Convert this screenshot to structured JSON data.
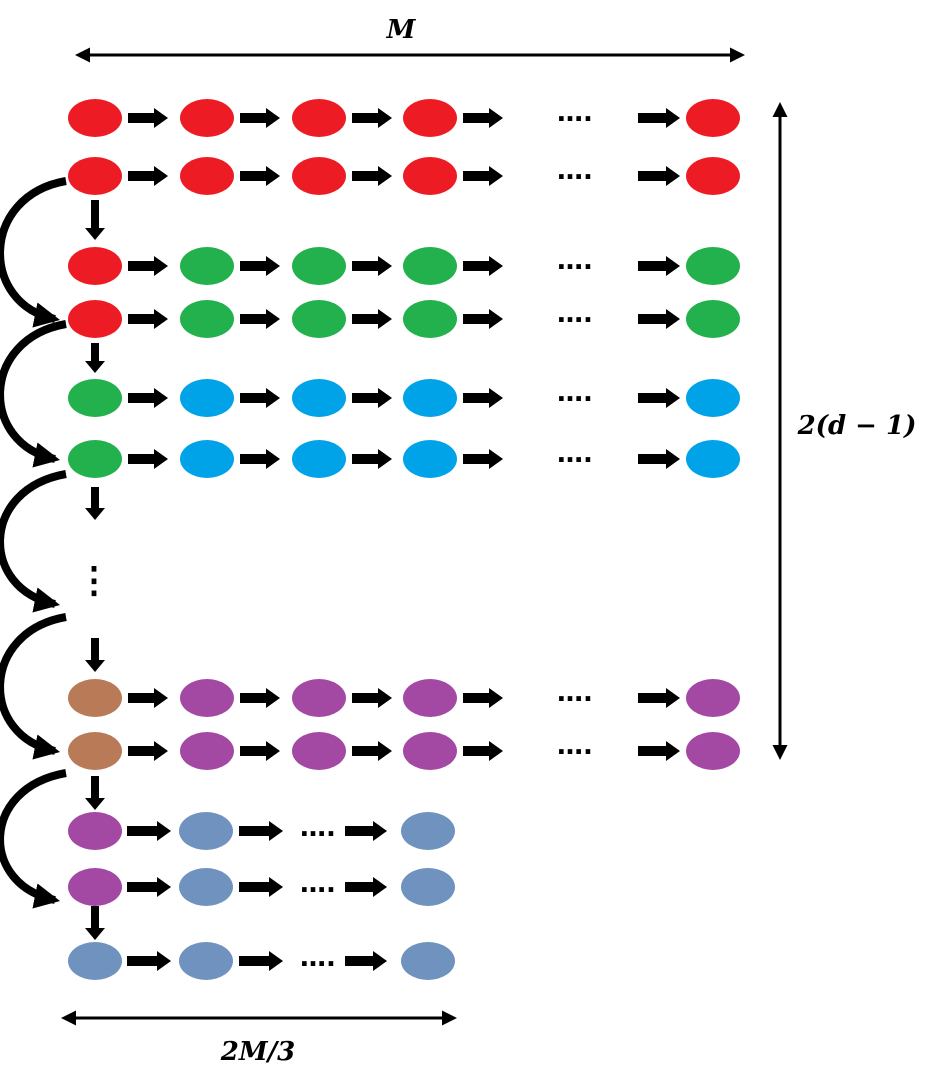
{
  "labels": {
    "top_width": "M",
    "right_height": "2(d − 1)",
    "bottom_width": "2M/3",
    "ellipsis": "….",
    "vertical_ellipsis": "⋮"
  },
  "colors": {
    "red": "#ED1C24",
    "green": "#22B14C",
    "blue": "#00A2E8",
    "brown": "#B97A57",
    "purple": "#A349A4",
    "steel_blue": "#7092BE",
    "arrow": "#000000",
    "background": "#FFFFFF"
  },
  "rows": [
    {
      "first": "red",
      "rest": "red",
      "long": true
    },
    {
      "first": "red",
      "rest": "red",
      "long": true
    },
    {
      "first": "red",
      "rest": "green",
      "long": true
    },
    {
      "first": "red",
      "rest": "green",
      "long": true
    },
    {
      "first": "green",
      "rest": "blue",
      "long": true
    },
    {
      "first": "green",
      "rest": "blue",
      "long": true
    },
    {
      "first": "brown",
      "rest": "purple",
      "long": true
    },
    {
      "first": "brown",
      "rest": "purple",
      "long": true
    },
    {
      "first": "purple",
      "rest": "steel_blue",
      "long": false
    },
    {
      "first": "purple",
      "rest": "steel_blue",
      "long": false
    },
    {
      "first": "steel_blue",
      "rest": "steel_blue",
      "long": false
    }
  ]
}
